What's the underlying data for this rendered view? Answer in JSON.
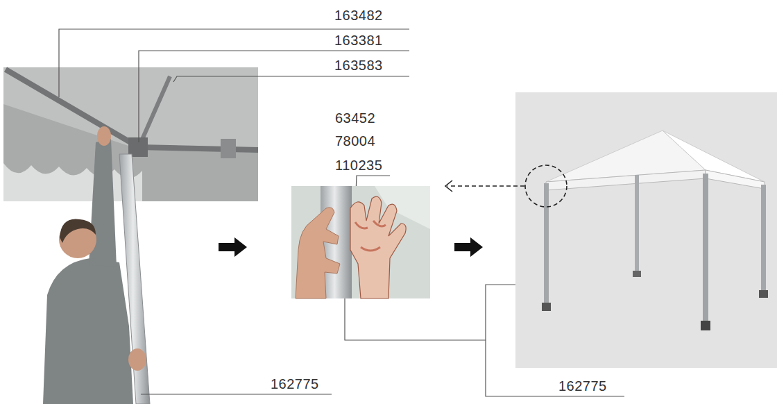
{
  "diagram": {
    "labels": [
      "163482",
      "163381",
      "163583",
      "63452",
      "78004",
      "110235",
      "162775",
      "162775"
    ]
  }
}
